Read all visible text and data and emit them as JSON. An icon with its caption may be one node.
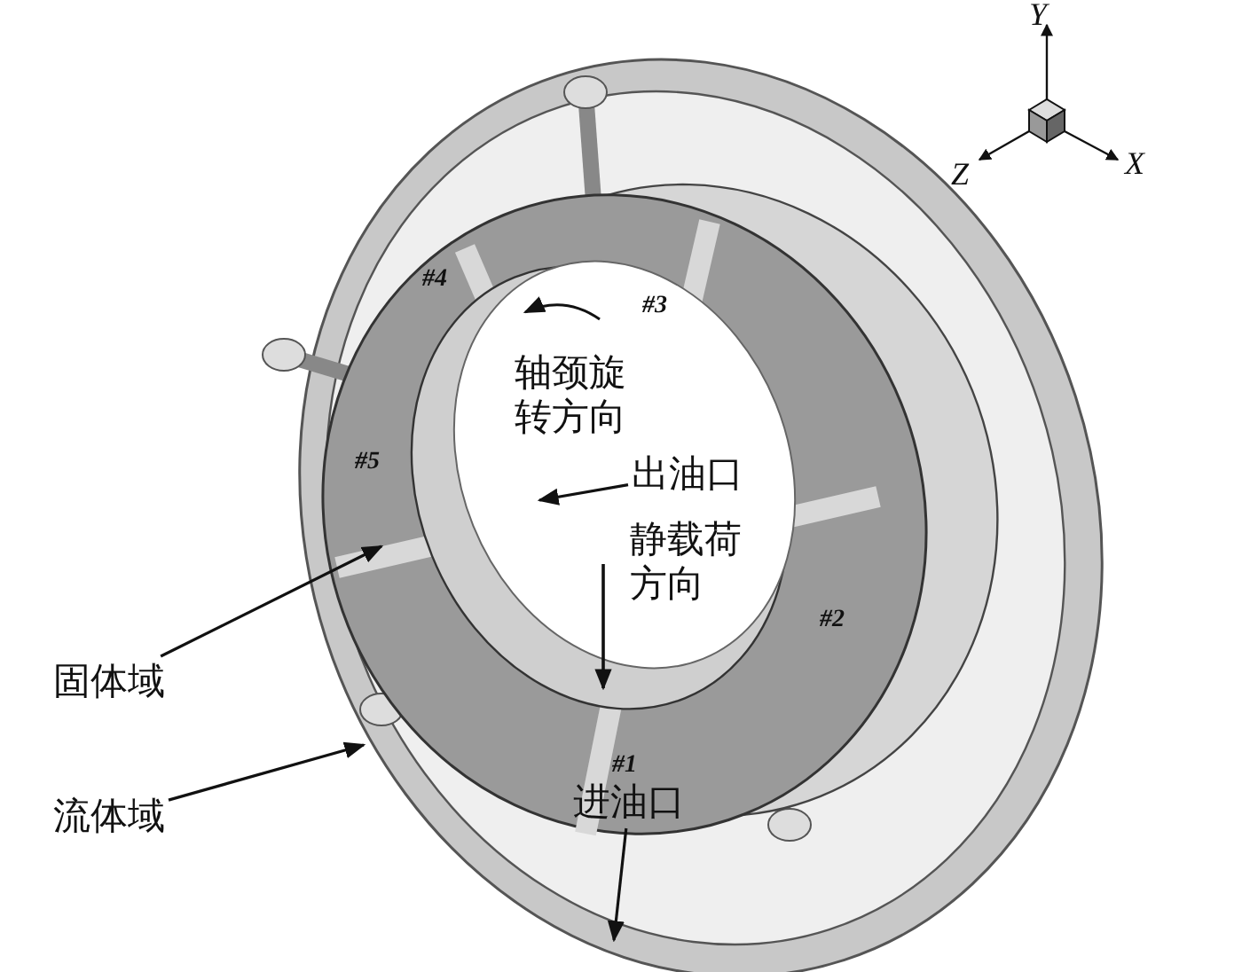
{
  "diagram": {
    "nodes": [
      {
        "text": [
          "出油口"
        ]
      },
      {
        "text": [
          "固体域"
        ]
      },
      {
        "text": [
          "流体域"
        ]
      },
      {
        "text": [
          "进油口"
        ]
      }
    ],
    "edges": [
      {
        "from": 0,
        "to": null,
        "arrow": "to"
      },
      {
        "from": 1,
        "to": null,
        "arrow": "to"
      },
      {
        "from": 2,
        "to": null,
        "arrow": "to"
      },
      {
        "from": 3,
        "to": null,
        "arrow": "to"
      }
    ],
    "labels": [
      "Y",
      "Z",
      "X",
      "#4",
      "#3",
      "轴颈旋转方向",
      "#5",
      "静载荷方向",
      "#2",
      "#1"
    ]
  }
}
